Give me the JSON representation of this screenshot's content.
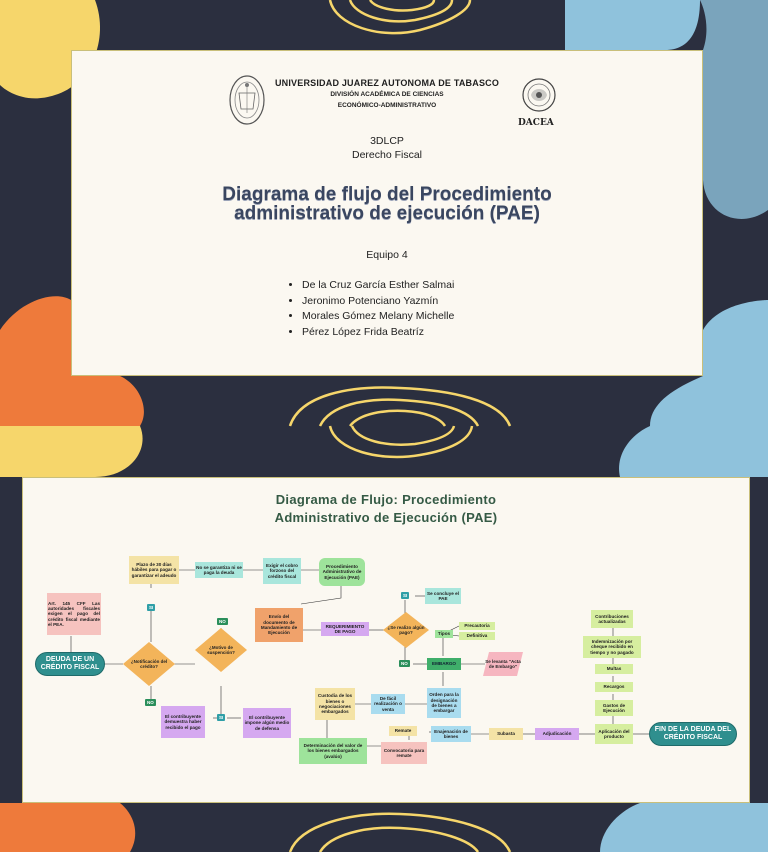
{
  "slide1": {
    "university": "UNIVERSIDAD JUAREZ AUTONOMA DE TABASCO",
    "division_line1": "DIVISIÓN ACADÉMICA DE CIENCIAS",
    "division_line2": "ECONÓMICO-ADMINISTRATIVO",
    "dacea_logo_text": "DACEA",
    "course_code": "3DLCP",
    "course_name": "Derecho Fiscal",
    "title_line1": "Diagrama de flujo del Procedimiento",
    "title_line2": "administrativo de ejecución (PAE)",
    "team": "Equipo 4",
    "members": [
      "De la Cruz García Esther Salmai",
      "Jeronimo Potenciano Yazmín",
      "Morales Gómez Melany Michelle",
      "Pérez López Frida Beatríz"
    ]
  },
  "slide2": {
    "title_line1": "Diagrama de Flujo: Procedimiento",
    "title_line2": "Administrativo de Ejecución (PAE)",
    "nodes": {
      "deuda": "DEUDA DE UN CRÉDITO FISCAL",
      "art145": "Art. 145 CFF Las autoridades fiscales exigen el pago del crédito fiscal mediante el PEA.",
      "notificacion": "¿Notificación del crédito?",
      "plazo": "Plazo de 30 días hábiles para pagar o garantizar el adeudo",
      "no_garantiza": "No se garantiza ni se paga la deuda",
      "exigir": "Exigir el cobro forzoso del crédito fiscal",
      "procedimiento": "Procedimiento Administrativo de Ejecución (PAE)",
      "envio": "Envío del documento de Mandamiento de Ejecución",
      "requerimiento": "REQUERIMIENTO DE PAGO",
      "realiza_pago": "¿Se realizo algún pago?",
      "concluye": "Se concluye el PAE",
      "tipos": "Tipos",
      "precautoria": "Precautoria",
      "definitiva": "Definitiva",
      "embargo": "EMBARGO",
      "acta": "Se levanta \"Acta de Embargo\"",
      "motivo": "¿Motivo de suspención?",
      "contribuyente_demuestra": "El contribuyente demuestra haber recibido el pago",
      "contribuyente_impone": "El contribuyente impone algún medio de defensa",
      "custodia": "Custodia de los bienes o negociaciones embargados",
      "facil": "De fácil realización o venta",
      "orden": "Orden para la designación de bienes a embargar",
      "determinacion": "Determinación del valor de los bienes embargados (avalúo)",
      "remate": "Remate",
      "convocatoria": "Convocatoria para remate",
      "enajenacion": "Enajenación de bienes",
      "subasta": "Subasta",
      "adjudicacion": "Adjudicación",
      "aplicacion": "Aplicación del producto",
      "gastos": "Gastos de Ejecución",
      "recargos": "Recargos",
      "multas": "Multas",
      "indemnizacion": "Indemnización por cheque recibido en tiempo y no pagado",
      "contribuciones": "Contribuciones actualizadas",
      "fin": "FIN DE LA DEUDA DEL CRÉDITO FISCAL"
    },
    "tags": {
      "si_plazo": "SI",
      "no_notif": "NO",
      "no_motivo": "NO",
      "si_motivo": "SI",
      "si_pago": "SI",
      "no_pago": "NO"
    }
  },
  "colors": {
    "background": "#2b2f3f",
    "slide": "#fbf8f1",
    "title": "#3a4660",
    "flow_title": "#355a45",
    "yellow": "#f6d66b",
    "orange": "#ee7a3b",
    "blue": "#8fc2dc",
    "teal_pill": "#2f8f8e"
  }
}
